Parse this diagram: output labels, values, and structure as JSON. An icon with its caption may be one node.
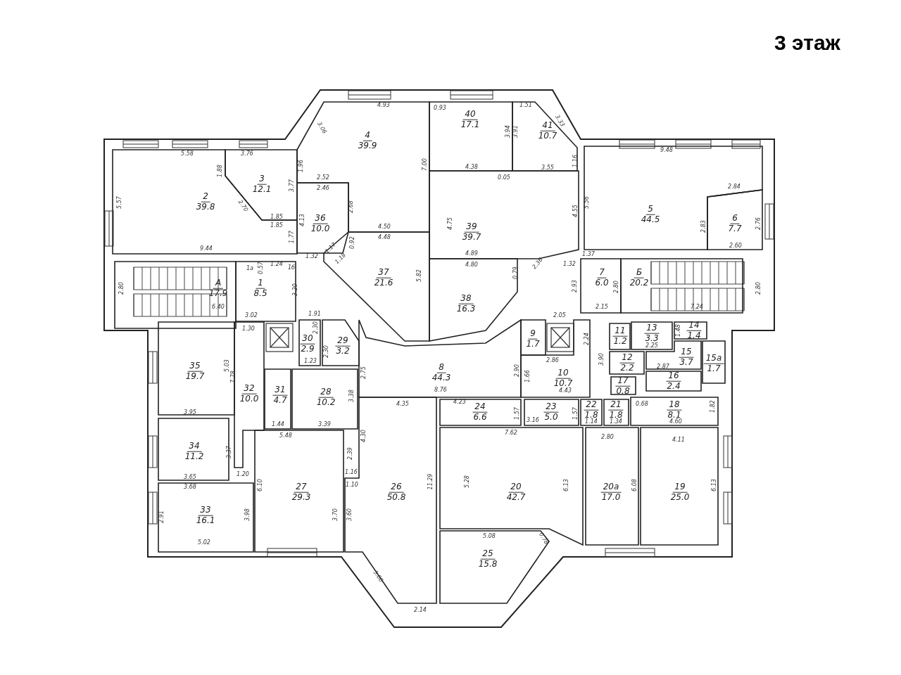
{
  "diagram": {
    "title": "3 этаж",
    "nodes": [
      {
        "text": [
          "2",
          "39.8"
        ]
      },
      {
        "text": [
          "3",
          "12.1"
        ]
      },
      {
        "text": [
          "4",
          "39.9"
        ]
      },
      {
        "text": [
          "40",
          "17.1"
        ]
      },
      {
        "text": [
          "41",
          "10.7"
        ]
      },
      {
        "text": [
          "5",
          "44.5"
        ]
      },
      {
        "text": [
          "6",
          "7.7"
        ]
      },
      {
        "text": [
          "36",
          "10.0"
        ]
      },
      {
        "text": [
          "39",
          "39.7"
        ]
      },
      {
        "text": [
          "А",
          "17.9"
        ]
      },
      {
        "text": [
          "1",
          "8.5"
        ]
      },
      {
        "text": [
          "37",
          "21.6"
        ]
      },
      {
        "text": [
          "38",
          "16.3"
        ]
      },
      {
        "text": [
          "7",
          "6.0"
        ]
      },
      {
        "text": [
          "Б",
          "20.2"
        ]
      },
      {
        "text": [
          "30",
          "2.9"
        ]
      },
      {
        "text": [
          "29",
          "3.2"
        ]
      },
      {
        "text": [
          "9",
          "1.7"
        ]
      },
      {
        "text": [
          "10",
          "10.7"
        ]
      },
      {
        "text": [
          "11",
          "1.2"
        ]
      },
      {
        "text": [
          "13",
          "3.3"
        ]
      },
      {
        "text": [
          "14",
          "1.4"
        ]
      },
      {
        "text": [
          "12",
          "2.2"
        ]
      },
      {
        "text": [
          "15",
          "3.7"
        ]
      },
      {
        "text": [
          "15а",
          "1.7"
        ]
      },
      {
        "text": [
          "17",
          "0.8"
        ]
      },
      {
        "text": [
          "16",
          "2.4"
        ]
      },
      {
        "text": [
          "35",
          "19.7"
        ]
      },
      {
        "text": [
          "32",
          "10.0"
        ]
      },
      {
        "text": [
          "31",
          "4.7"
        ]
      },
      {
        "text": [
          "28",
          "10.2"
        ]
      },
      {
        "text": [
          "8",
          "44.3"
        ]
      },
      {
        "text": [
          "24",
          "6.6"
        ]
      },
      {
        "text": [
          "23",
          "5.0"
        ]
      },
      {
        "text": [
          "22",
          "1.8"
        ]
      },
      {
        "text": [
          "21",
          "1.8"
        ]
      },
      {
        "text": [
          "18",
          "8.1"
        ]
      },
      {
        "text": [
          "34",
          "11.2"
        ]
      },
      {
        "text": [
          "27",
          "29.3"
        ]
      },
      {
        "text": [
          "26",
          "50.8"
        ]
      },
      {
        "text": [
          "20",
          "42.7"
        ]
      },
      {
        "text": [
          "20а",
          "17.0"
        ]
      },
      {
        "text": [
          "19",
          "25.0"
        ]
      },
      {
        "text": [
          "33",
          "16.1"
        ]
      },
      {
        "text": [
          "25",
          "15.8"
        ]
      }
    ],
    "labels": [
      "5.58",
      "3.76",
      "5.57",
      "1.88",
      "3.77",
      "1.96",
      "2.70",
      "1.85",
      "1.85",
      "1.77",
      "4.13",
      "9.44",
      "2.52",
      "2.46",
      "2.68",
      "4.50",
      "4.48",
      "0.92",
      "1.32",
      "1.17",
      "1.18",
      "4.93",
      "3.06",
      "7.00",
      "0.57",
      "1.24",
      "1а",
      "1б",
      "2.80",
      "3.20",
      "6.40",
      "3.02",
      "1.30",
      "1.91",
      "0.93",
      "1.51",
      "3.94",
      "3.91",
      "3.33",
      "4.38",
      "3.55",
      "0.05",
      "1.16",
      "4.75",
      "4.55",
      "5.56",
      "9.48",
      "2.84",
      "2.83",
      "2.76",
      "2.60",
      "1.37",
      "1.32",
      "4.89",
      "4.80",
      "0.79",
      "2.36",
      "2.93",
      "2.80",
      "2.80",
      "2.15",
      "7.24",
      "2.05",
      "5.82",
      "2.30",
      "2.30",
      "1.23",
      "5.03",
      "7.78",
      "2.75",
      "3.38",
      "4.35",
      "8.76",
      "1.44",
      "3.39",
      "5.48",
      "4.30",
      "3.95",
      "3.37",
      "2.39",
      "1.20",
      "3.65",
      "3.68",
      "1.16",
      "1.10",
      "6.10",
      "2.91",
      "3.98",
      "3.70",
      "3.60",
      "11.29",
      "5.02",
      "5.00",
      "2.14",
      "5.08",
      "0.78",
      "2.86",
      "2.90",
      "1.66",
      "2.24",
      "3.90",
      "4.43",
      "4.23",
      "1.57",
      "3.16",
      "1.57",
      "0.68",
      "1.82",
      "4.60",
      "7.62",
      "2.80",
      "4.11",
      "5.28",
      "6.13",
      "6.08",
      "6.13",
      "1.14",
      "1.34",
      "2.25",
      "1.48",
      "2.87"
    ]
  }
}
